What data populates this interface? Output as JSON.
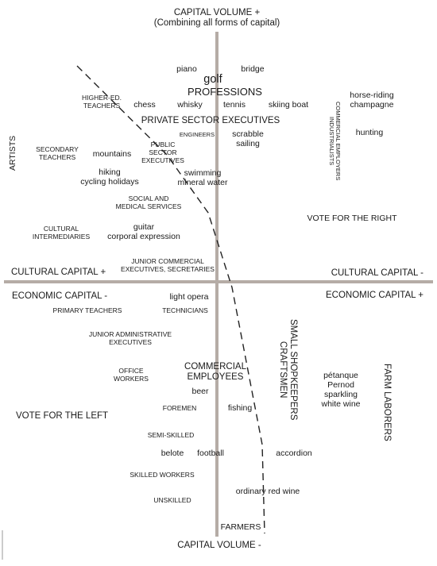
{
  "axes": {
    "capital_volume_top": "CAPITAL VOLUME +",
    "capital_volume_top_note": "(Combining all forms of capital)",
    "capital_volume_bottom": "CAPITAL VOLUME -",
    "cultural_capital_plus": "CULTURAL CAPITAL +",
    "cultural_capital_minus": "CULTURAL CAPITAL -",
    "economic_capital_minus": "ECONOMIC CAPITAL -",
    "economic_capital_plus": "ECONOMIC CAPITAL +"
  },
  "occupations": {
    "professions": "PROFESSIONS",
    "higher_ed_teachers": "HIGHER-ED.\nTEACHERS",
    "private_sector_executives": "PRIVATE SECTOR EXECUTIVES",
    "engineers": "ENGINEERS",
    "public_sector_executives": "PUBLIC\nSECTOR\nEXECUTIVES",
    "secondary_teachers": "SECONDARY\nTEACHERS",
    "artists": "ARTISTS",
    "commercial_employers_industrialists": "COMMERCIAL EMPLOYERS\nINDUSTRIALISTS",
    "social_medical_services": "SOCIAL AND\nMEDICAL SERVICES",
    "cultural_intermediaries": "CULTURAL\nINTERMEDIARIES",
    "junior_commercial_executives": "JUNIOR COMMERCIAL\nEXECUTIVES, SECRETARIES",
    "primary_teachers": "PRIMARY TEACHERS",
    "technicians": "TECHNICIANS",
    "junior_administrative_executives": "JUNIOR ADMINISTRATIVE\nEXECUTIVES",
    "office_workers": "OFFICE\nWORKERS",
    "commercial_employees": "COMMERCIAL\nEMPLOYEES",
    "small_shopkeepers_craftsmen": "SMALL SHOPKEEPERS\nCRAFTSMEN",
    "farm_laborers": "FARM LABORERS",
    "foremen": "FOREMEN",
    "semi_skilled": "SEMI-SKILLED",
    "skilled_workers": "SKILLED WORKERS",
    "unskilled": "UNSKILLED",
    "farmers": "FARMERS"
  },
  "tastes": {
    "piano": "piano",
    "bridge": "bridge",
    "golf": "golf",
    "chess": "chess",
    "whisky": "whisky",
    "tennis": "tennis",
    "skiing_boat": "skiing boat",
    "horse_riding_champagne": "horse-riding\nchampagne",
    "hunting": "hunting",
    "scrabble_sailing": "scrabble\nsailing",
    "mountains": "mountains",
    "hiking_cycling": "hiking\ncycling holidays",
    "swimming_mineral_water": "swimming\nmineral water",
    "guitar_corporal_expression": "guitar\ncorporal expression",
    "light_opera": "light opera",
    "beer": "beer",
    "fishing": "fishing",
    "petanque": "pétanque\nPernod\nsparkling\nwhite wine",
    "belote": "belote",
    "football": "football",
    "accordion": "accordion",
    "ordinary_red_wine": "ordinary red wine"
  },
  "politics": {
    "vote_right": "VOTE FOR THE RIGHT",
    "vote_left": "VOTE FOR THE LEFT"
  },
  "colors": {
    "axis": "#b5aca6",
    "dashed_line": "#222222",
    "text": "#1a1a1a"
  }
}
